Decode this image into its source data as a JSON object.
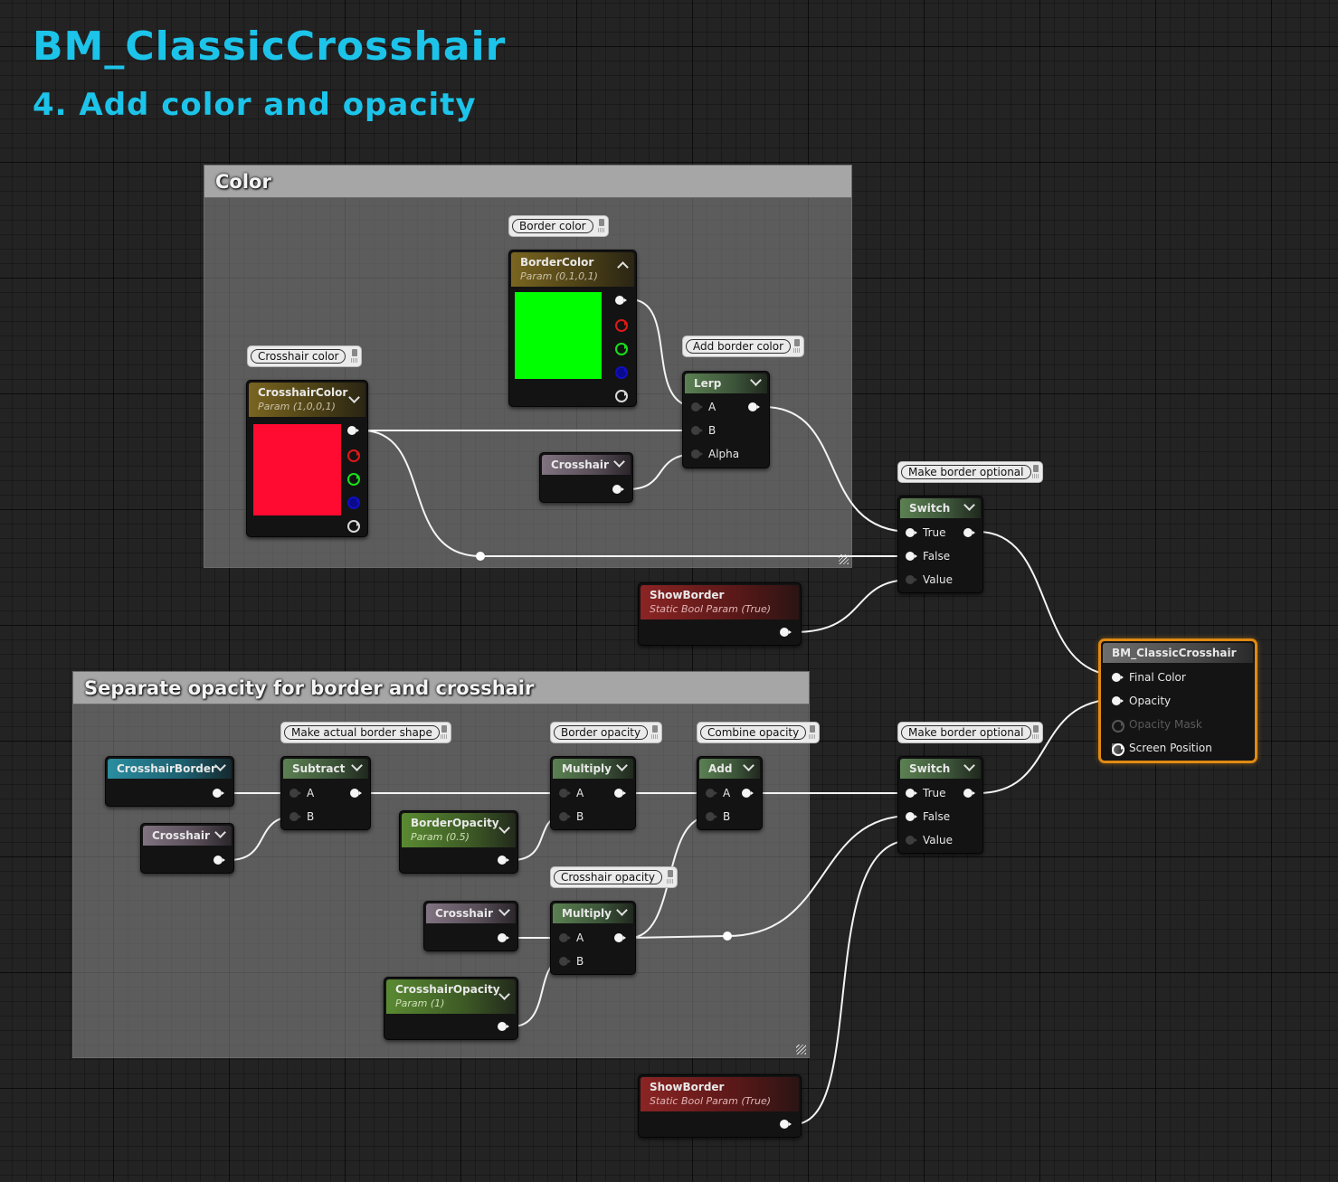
{
  "title": "BM_ClassicCrosshair",
  "subtitle": "4. Add color and opacity",
  "groups": {
    "color": "Color",
    "opacity": "Separate opacity for border and crosshair"
  },
  "comments": {
    "border_color": "Border color",
    "crosshair_color": "Crosshair color",
    "add_border_color": "Add border color",
    "make_border_optional_1": "Make border optional",
    "make_actual_border_shape": "Make actual border shape",
    "border_opacity": "Border opacity",
    "combine_opacity": "Combine opacity",
    "make_border_optional_2": "Make border optional",
    "crosshair_opacity": "Crosshair opacity"
  },
  "nodes": {
    "border_color": {
      "title": "BorderColor",
      "subtitle": "Param (0,1,0,1)",
      "swatch": "#00ff00"
    },
    "crosshair_color": {
      "title": "CrosshairColor",
      "subtitle": "Param (1,0,0,1)",
      "swatch": "#ff0a31"
    },
    "lerp": {
      "title": "Lerp",
      "pin_a": "A",
      "pin_b": "B",
      "pin_alpha": "Alpha"
    },
    "crosshair_1": {
      "title": "Crosshair"
    },
    "switch_1": {
      "title": "Switch",
      "pin_true": "True",
      "pin_false": "False",
      "pin_value": "Value"
    },
    "show_border_1": {
      "title": "ShowBorder",
      "subtitle": "Static Bool Param (True)"
    },
    "result": {
      "title": "BM_ClassicCrosshair",
      "final_color": "Final Color",
      "opacity": "Opacity",
      "opacity_mask": "Opacity Mask",
      "screen_position": "Screen Position"
    },
    "crosshair_border": {
      "title": "CrosshairBorder"
    },
    "crosshair_2": {
      "title": "Crosshair"
    },
    "subtract": {
      "title": "Subtract",
      "pin_a": "A",
      "pin_b": "B"
    },
    "border_opacity": {
      "title": "BorderOpacity",
      "subtitle": "Param (0.5)"
    },
    "multiply_1": {
      "title": "Multiply",
      "pin_a": "A",
      "pin_b": "B"
    },
    "add": {
      "title": "Add",
      "pin_a": "A",
      "pin_b": "B"
    },
    "switch_2": {
      "title": "Switch",
      "pin_true": "True",
      "pin_false": "False",
      "pin_value": "Value"
    },
    "crosshair_3": {
      "title": "Crosshair"
    },
    "multiply_2": {
      "title": "Multiply",
      "pin_a": "A",
      "pin_b": "B"
    },
    "crosshair_opacity": {
      "title": "CrosshairOpacity",
      "subtitle": "Param (1)"
    },
    "show_border_2": {
      "title": "ShowBorder",
      "subtitle": "Static Bool Param (True)"
    }
  },
  "colors": {
    "title_accent": "#1cc4ea",
    "result_outline": "#e08a12",
    "wire": "#f4f4f4"
  }
}
